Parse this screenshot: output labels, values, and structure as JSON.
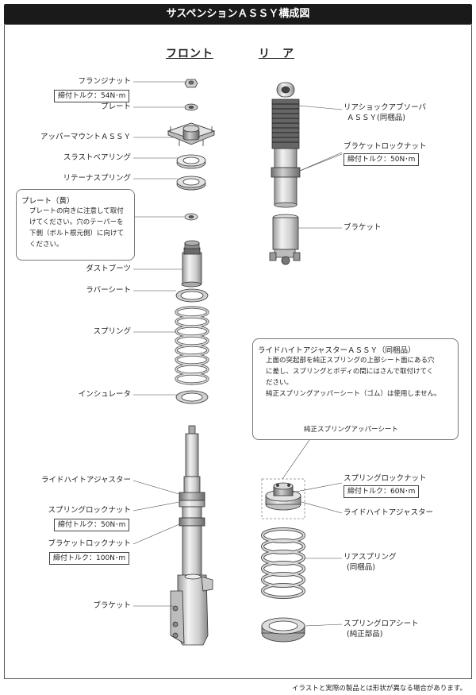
{
  "header": {
    "title": "サスペンションＡＳＳＹ構成図"
  },
  "columns": {
    "front": "フロント",
    "rear": "リ　ア"
  },
  "front": {
    "flange_nut": "フランジナット",
    "flange_nut_torque": "締付トルク：54N･m",
    "plate": "プレート",
    "upper_mount": "アッパーマウントＡＳＳＹ",
    "thrust_bearing": "スラストベアリング",
    "retainer_spring": "リテーナスプリング",
    "dust_boot": "ダストブーツ",
    "rubber_seat": "ラバーシート",
    "spring": "スプリング",
    "insulator": "インシュレータ",
    "ride_height_adjuster": "ライドハイトアジャスター",
    "spring_lock_nut": "スプリングロックナット",
    "spring_lock_nut_torque": "締付トルク：50N･m",
    "bracket_lock_nut": "ブラケットロックナット",
    "bracket_lock_nut_torque": "締付トルク：100N･m",
    "bracket": "ブラケット"
  },
  "plate_note": {
    "title": "プレート（黄）",
    "lines": [
      "プレートの向きに注意して取付",
      "けてください。穴のテーパーを",
      "下側（ボルト根元側）に向けて",
      "ください。"
    ]
  },
  "rear": {
    "shock_absorber": "リアショックアブソーバ",
    "shock_absorber_sub": "ＡＳＳＹ(同梱品)",
    "bracket_lock_nut": "ブラケットロックナット",
    "bracket_lock_nut_torque": "締付トルク：50N･m",
    "bracket": "ブラケット",
    "spring_lock_nut": "スプリングロックナット",
    "spring_lock_nut_torque": "締付トルク：60N･m",
    "ride_height_adjuster": "ライドハイトアジャスター",
    "rear_spring": "リアスプリング",
    "rear_spring_sub": "(同梱品)",
    "spring_lower_seat": "スプリングロアシート",
    "spring_lower_seat_sub": "(純正部品)"
  },
  "rha_note": {
    "title": "ライドハイトアジャスターＡＳＳＹ（同梱品）",
    "lines": [
      "上面の突起部を純正スプリングの上部シート面にある穴",
      "に差し、スプリングとボディの間にはさんで取付けてく",
      "ださい。",
      "純正スプリングアッパーシート（ゴム）は使用しません。"
    ],
    "seat_caption": "純正スプリングアッパーシート"
  },
  "footer": {
    "disclaimer": "イラストと実際の製品とは形状が異なる場合があります。"
  },
  "colors": {
    "header_bg": "#1a1a1a",
    "part_light": "#e6e6e6",
    "part_mid": "#c8c8c8",
    "part_dark": "#8c8c8c",
    "line": "#333333"
  }
}
